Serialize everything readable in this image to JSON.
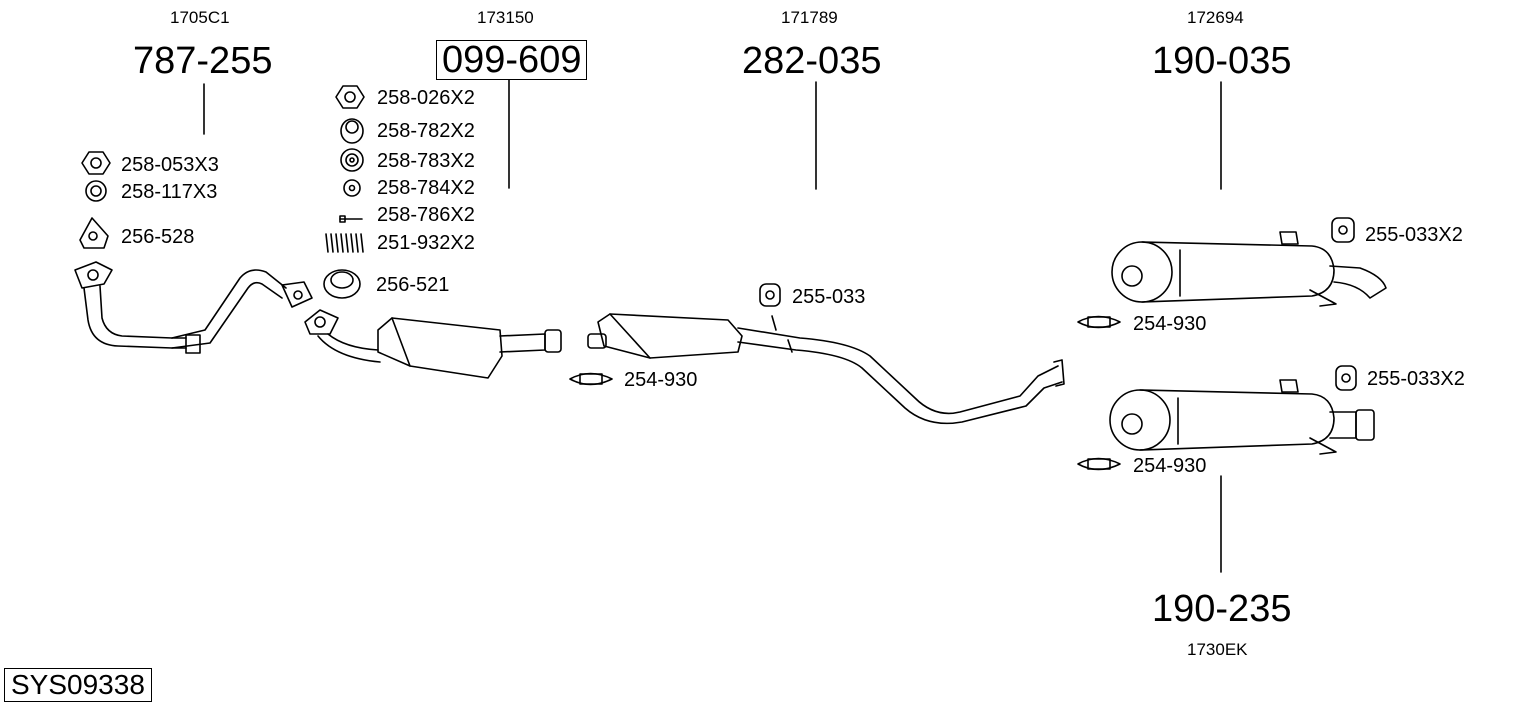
{
  "diagram_code": "SYS09338",
  "parts": {
    "front_pipe": {
      "oem": "1705C1",
      "number": "787-255"
    },
    "catalyst": {
      "oem": "173150",
      "number": "099-609"
    },
    "middle_silencer": {
      "oem": "171789",
      "number": "282-035"
    },
    "rear_silencer_a": {
      "oem": "172694",
      "number": "190-035"
    },
    "rear_silencer_b": {
      "oem": "1730EK",
      "number": "190-235"
    }
  },
  "fittings": {
    "front_nut": "258-053X3",
    "front_washer": "258-117X3",
    "front_gasket": "256-528",
    "cat_nut": "258-026X2",
    "cat_stepped_nut": "258-782X2",
    "cat_spacer": "258-783X2",
    "cat_washer": "258-784X2",
    "cat_bolt": "258-786X2",
    "cat_spring": "251-932X2",
    "cat_seal_ring": "256-521",
    "mid_rubber_mount": "255-033",
    "mid_clamp": "254-930",
    "rear_a_rubber_mount": "255-033X2",
    "rear_a_clamp": "254-930",
    "rear_b_rubber_mount": "255-033X2",
    "rear_b_clamp": "254-930"
  }
}
